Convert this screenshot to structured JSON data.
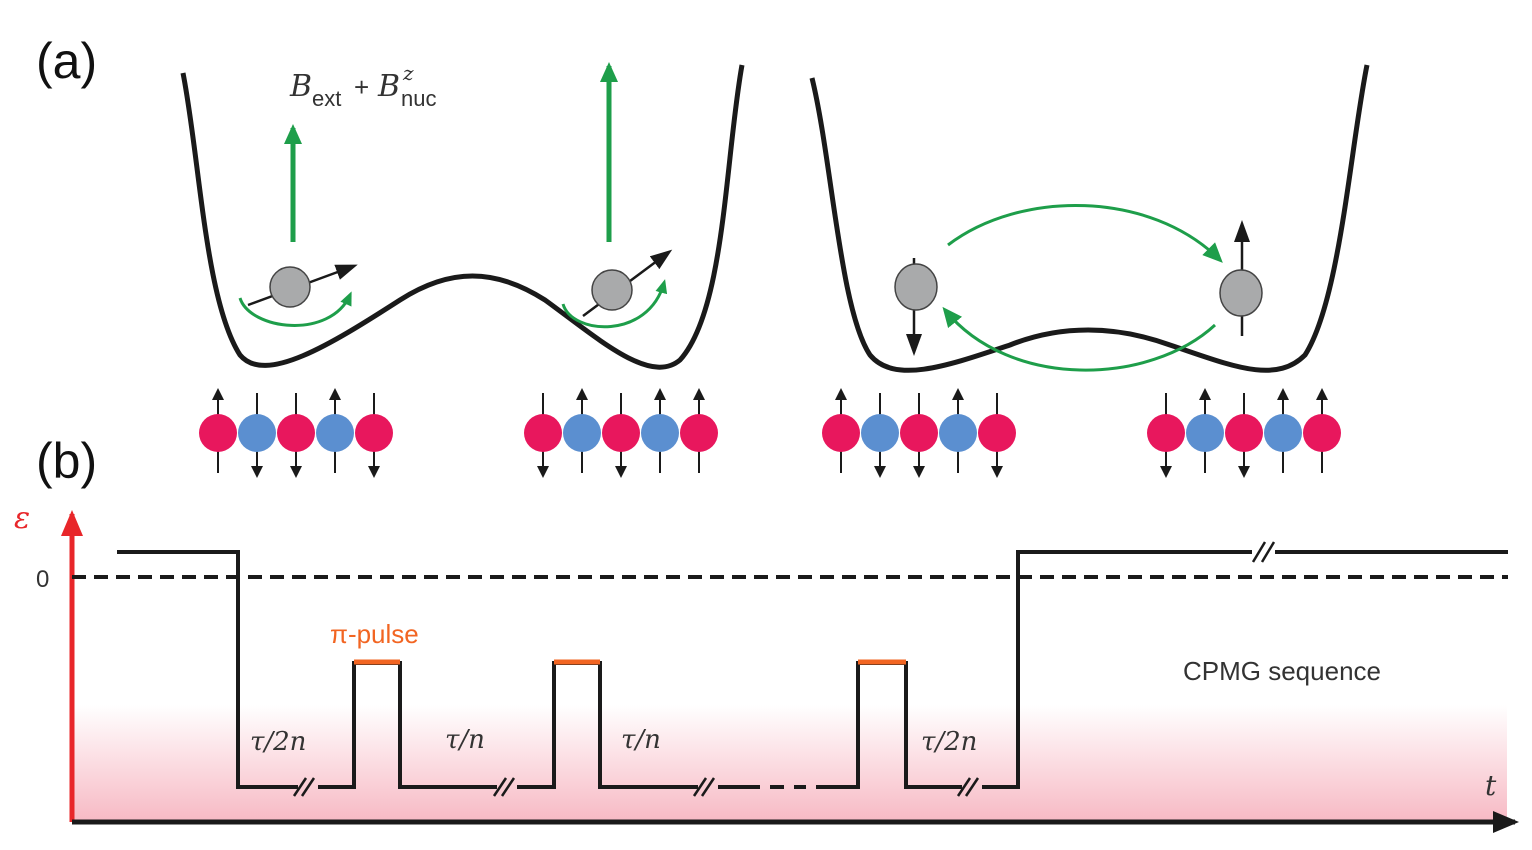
{
  "panel_a": {
    "label": "(a)",
    "field_label": {
      "b": "B",
      "ext": "ext",
      "plus": "+",
      "b2": "B",
      "nuc": "nuc",
      "sup": "z"
    }
  },
  "panel_b": {
    "label": "(b)",
    "y_axis_label": "ε",
    "zero_label": "0",
    "x_axis_label": "t",
    "pi_pulse_label": "π-pulse",
    "sequence_label": "CPMG sequence",
    "intervals": [
      "τ/2n",
      "τ/n",
      "τ/n",
      "τ/2n"
    ]
  },
  "colors": {
    "potential": "#1a1a1a",
    "field_arrow": "#1e9e4a",
    "electron": "#a9aaab",
    "nucleus_pink": "#e8175d",
    "nucleus_blue": "#5b8fd0",
    "pi_pulse": "#f26522",
    "axis_red": "#e8262a",
    "shade": "#f7c6cf"
  }
}
